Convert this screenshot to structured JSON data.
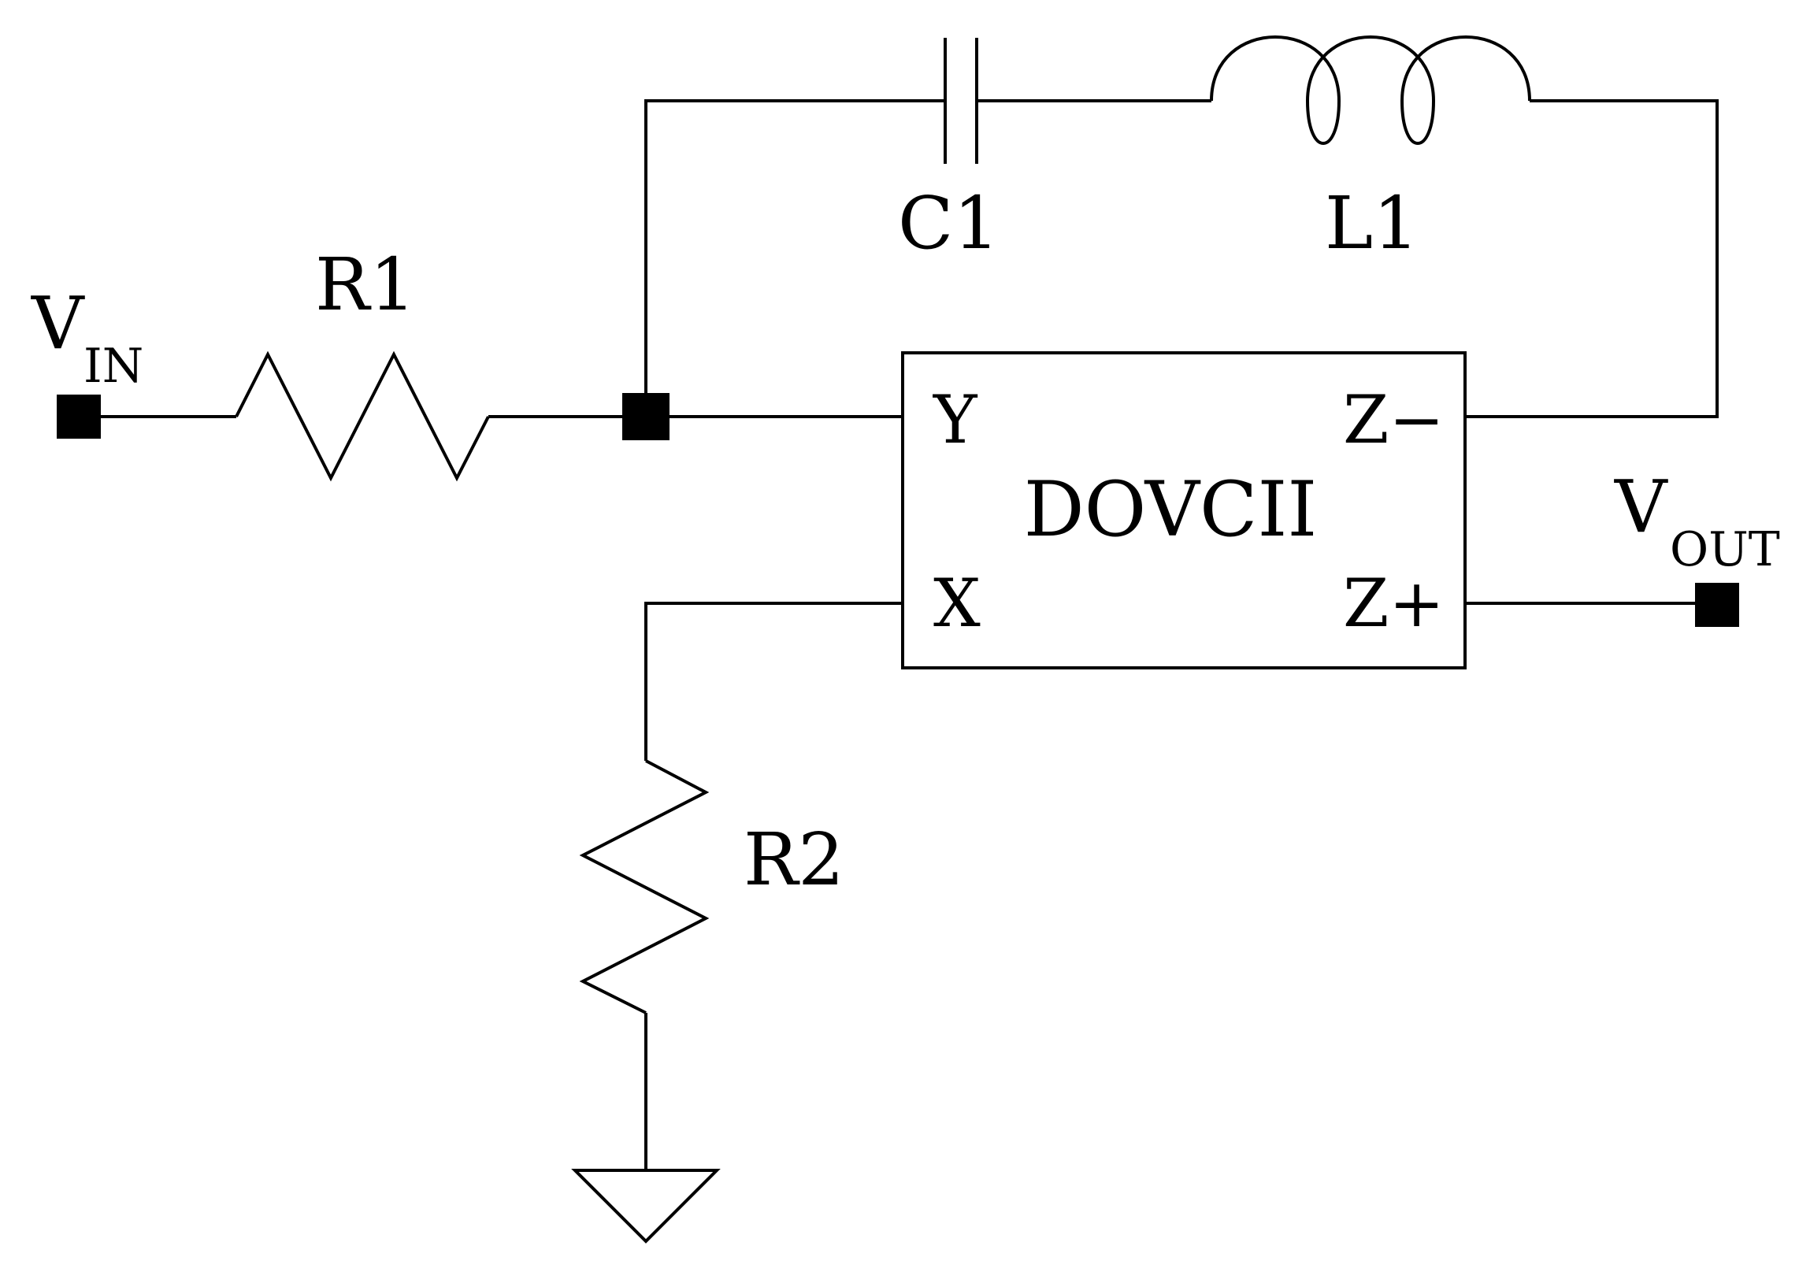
{
  "labels": {
    "vin_main": "V",
    "vin_sub": "IN",
    "vout_main": "V",
    "vout_sub": "OUT",
    "r1": "R1",
    "r2": "R2",
    "c1": "C1",
    "l1": "L1",
    "block": "DOVCII",
    "pin_y": "Y",
    "pin_x": "X",
    "pin_zminus": "Z−",
    "pin_zplus": "Z+"
  },
  "colors": {
    "stroke": "#000000",
    "background": "#ffffff"
  }
}
